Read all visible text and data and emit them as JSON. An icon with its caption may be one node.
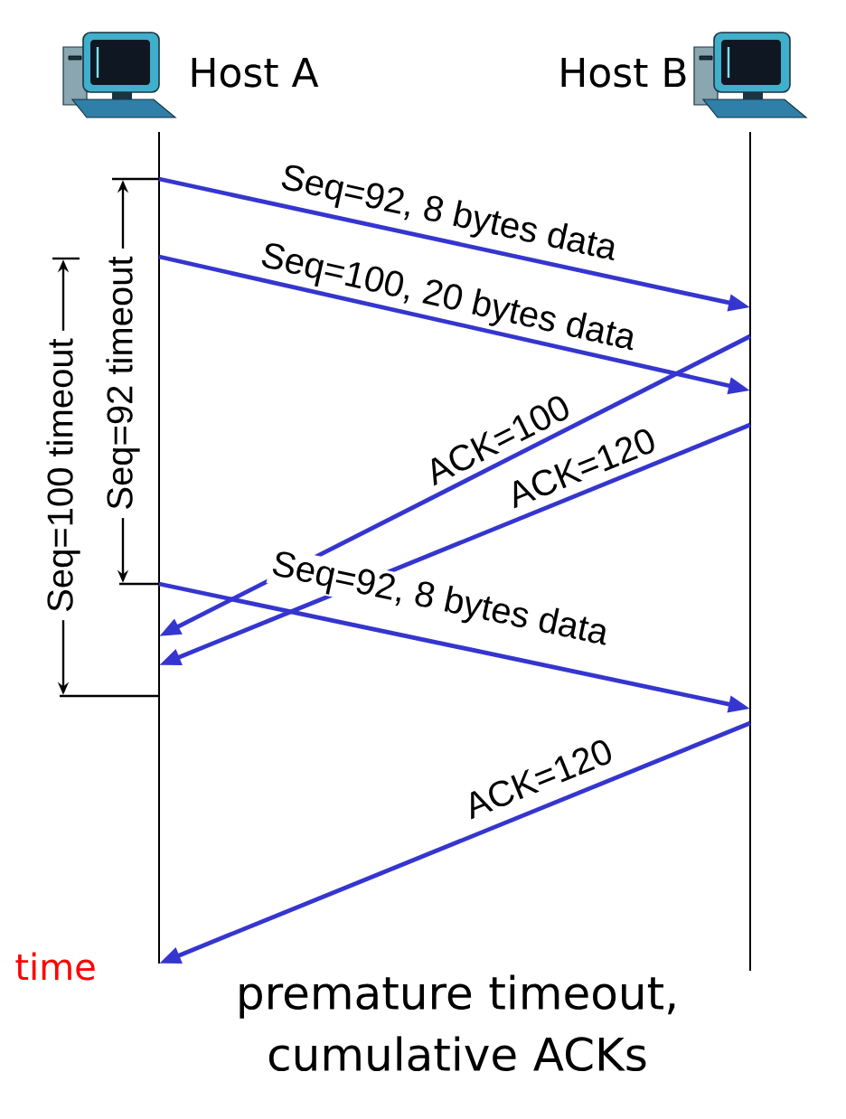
{
  "diagram": {
    "caption": "premature timeout, cumulative ACKs",
    "nodes": [
      {
        "text": [
          "Host A"
        ]
      },
      {
        "text": [
          "Host B"
        ]
      }
    ],
    "edges": [
      {
        "from": 0,
        "to": 1,
        "arrow": "to",
        "label": "Seq=92, 8 bytes data"
      },
      {
        "from": 0,
        "to": 1,
        "arrow": "to",
        "label": "Seq=100, 20 bytes data"
      },
      {
        "from": 1,
        "to": 0,
        "arrow": "to",
        "label": "ACK=100"
      },
      {
        "from": 1,
        "to": 0,
        "arrow": "to",
        "label": "ACK=120"
      },
      {
        "from": 0,
        "to": 1,
        "arrow": "to",
        "label": "Seq=92, 8 bytes data"
      },
      {
        "from": 1,
        "to": 0,
        "arrow": "to",
        "label": "ACK=120"
      }
    ],
    "labels": [
      "Seq=92 timeout",
      "Seq=100 timeout",
      "time"
    ]
  }
}
